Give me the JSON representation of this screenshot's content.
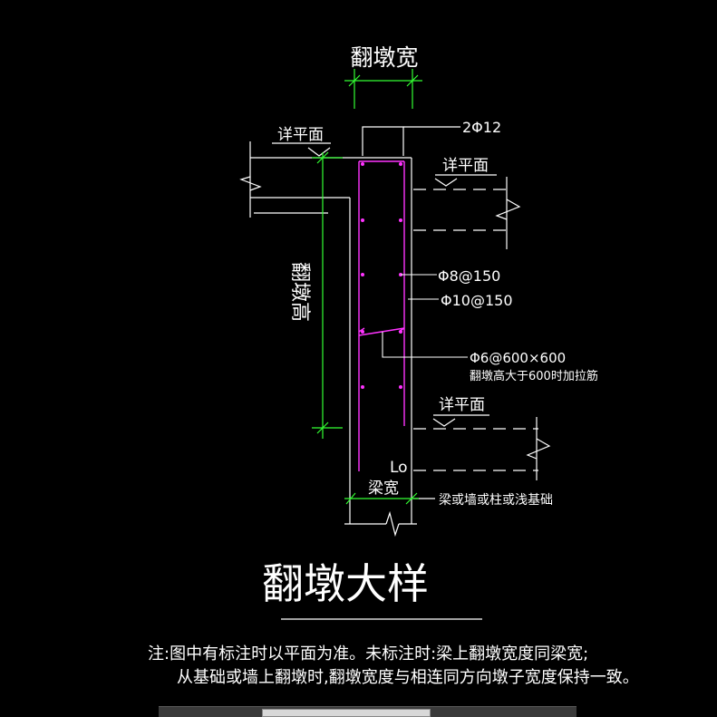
{
  "drawing": {
    "colors": {
      "background": "#000000",
      "outline": "#ffffff",
      "rebar": "#ff33ff",
      "dimension": "#33ff33",
      "title_underline": "#ff4444"
    },
    "labels": {
      "curb_width": "翻墩宽",
      "top_bar": "2Φ12",
      "plan_ref_upper_left": "详平面",
      "plan_ref_upper_right": "详平面",
      "curb_height": "翻墩高",
      "stirrup": "Φ8@150",
      "vertical_bar": "Φ10@150",
      "tie_bar": "Φ6@600×600",
      "tie_bar_note": "翻墩高大于600时加拉筋",
      "plan_ref_lower": "详平面",
      "lo_label": "Lo",
      "beam_width": "梁宽",
      "base_note": "梁或墙或柱或浅基础"
    },
    "title": "翻墩大样",
    "notes": [
      "注:图中有标注时以平面为准。未标注时:梁上翻墩宽度同梁宽;",
      "从基础或墙上翻墩时,翻墩宽度与相连同方向墩子宽度保持一致。"
    ]
  }
}
